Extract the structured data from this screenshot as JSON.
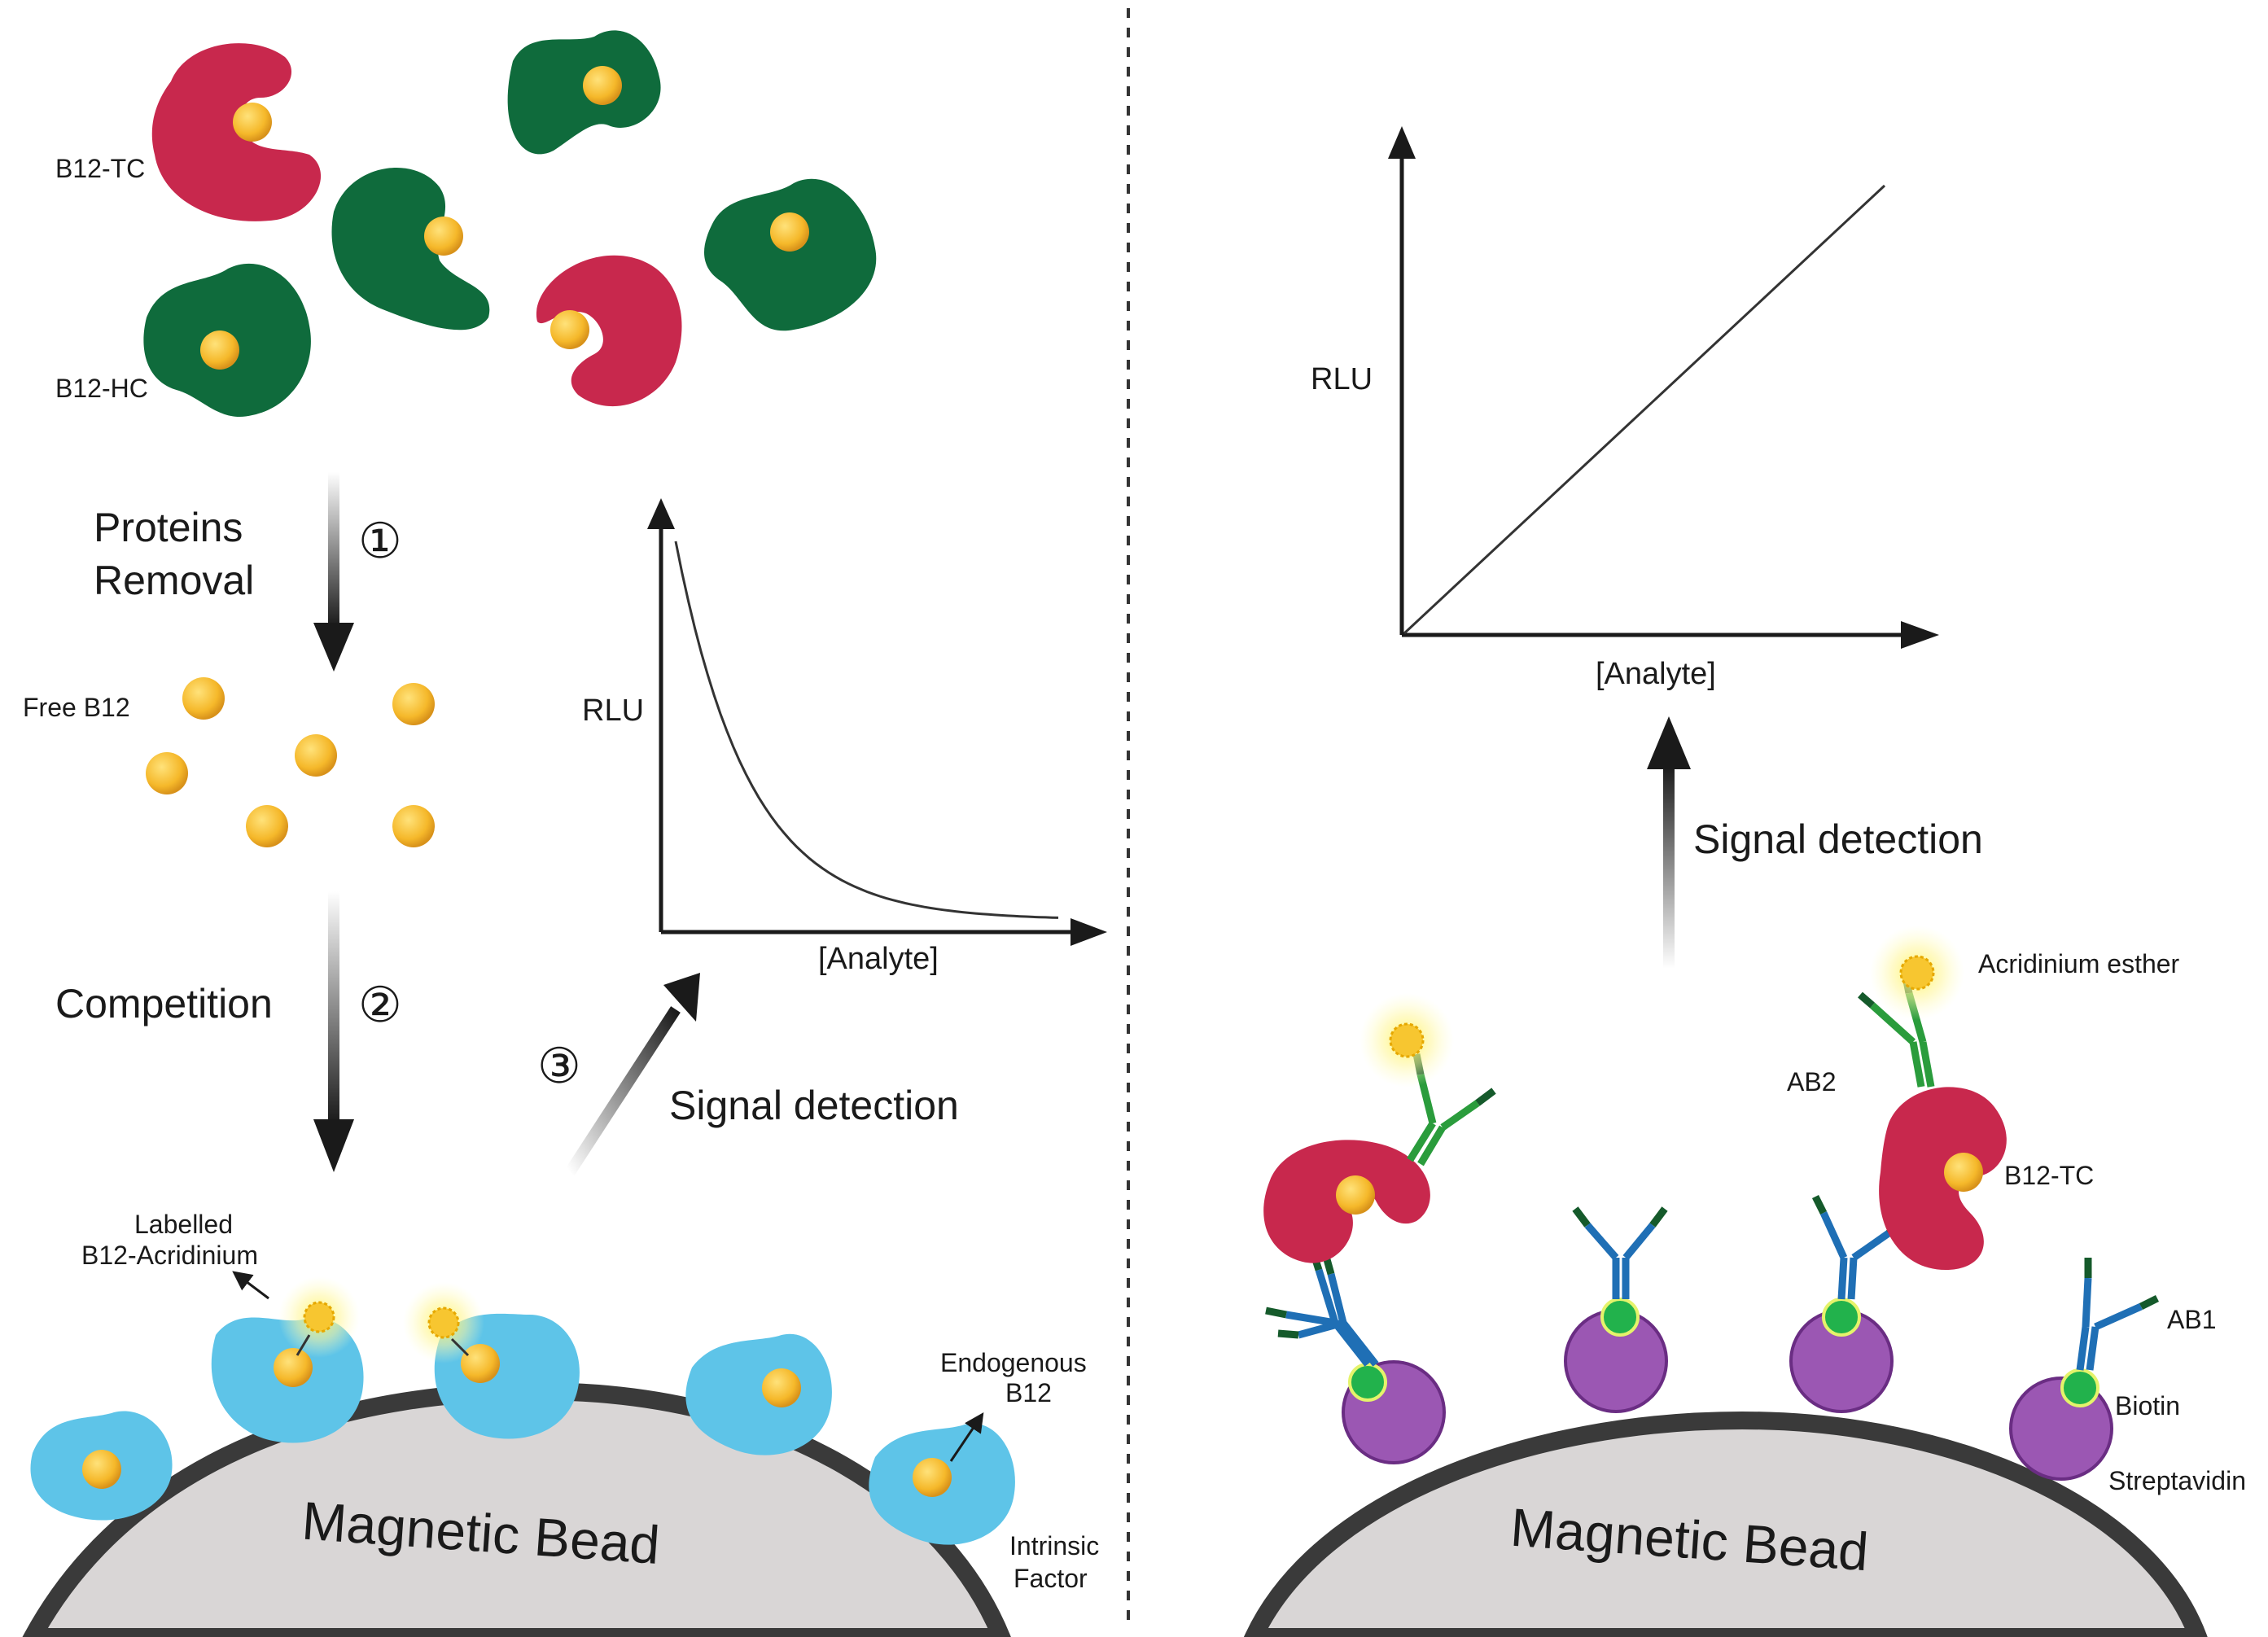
{
  "labels": {
    "b12_tc": "B12-TC",
    "b12_hc": "B12-HC",
    "free_b12": "Free B12",
    "proteins_removal_line1": "Proteins",
    "proteins_removal_line2": "Removal",
    "competition": "Competition",
    "step1": "①",
    "step2": "②",
    "step3": "③",
    "signal_detection_left": "Signal detection",
    "signal_detection_right": "Signal detection",
    "labelled_line1": "Labelled",
    "labelled_line2": "B12-Acridinium",
    "endogenous_line1": "Endogenous",
    "endogenous_line2": "B12",
    "intrinsic_line1": "Intrinsic",
    "intrinsic_line2": "Factor",
    "magnetic_bead_left": "Magnetic Bead",
    "magnetic_bead_right": "Magnetic Bead",
    "acridinium_esther": "Acridinium esther",
    "ab2": "AB2",
    "b12_tc_right": "B12-TC",
    "ab1": "AB1",
    "biotin": "Biotin",
    "streptavidin": "Streptavidin"
  },
  "charts": {
    "left": {
      "ylabel": "RLU",
      "xlabel": "[Analyte]",
      "trend": "decreasing"
    },
    "right": {
      "ylabel": "RLU",
      "xlabel": "[Analyte]",
      "trend": "increasing"
    }
  },
  "colors": {
    "transcobalamin": "#c8284d",
    "haptocorrin": "#0f6b3c",
    "b12": "#f5b82a",
    "intrinsic_factor": "#5ec4e8",
    "bead": "#d9d6d6",
    "streptavidin": "#9b57b3",
    "biotin": "#22b24c",
    "antibody_blue": "#1f6fb5",
    "antibody_green": "#2a9c3c"
  }
}
